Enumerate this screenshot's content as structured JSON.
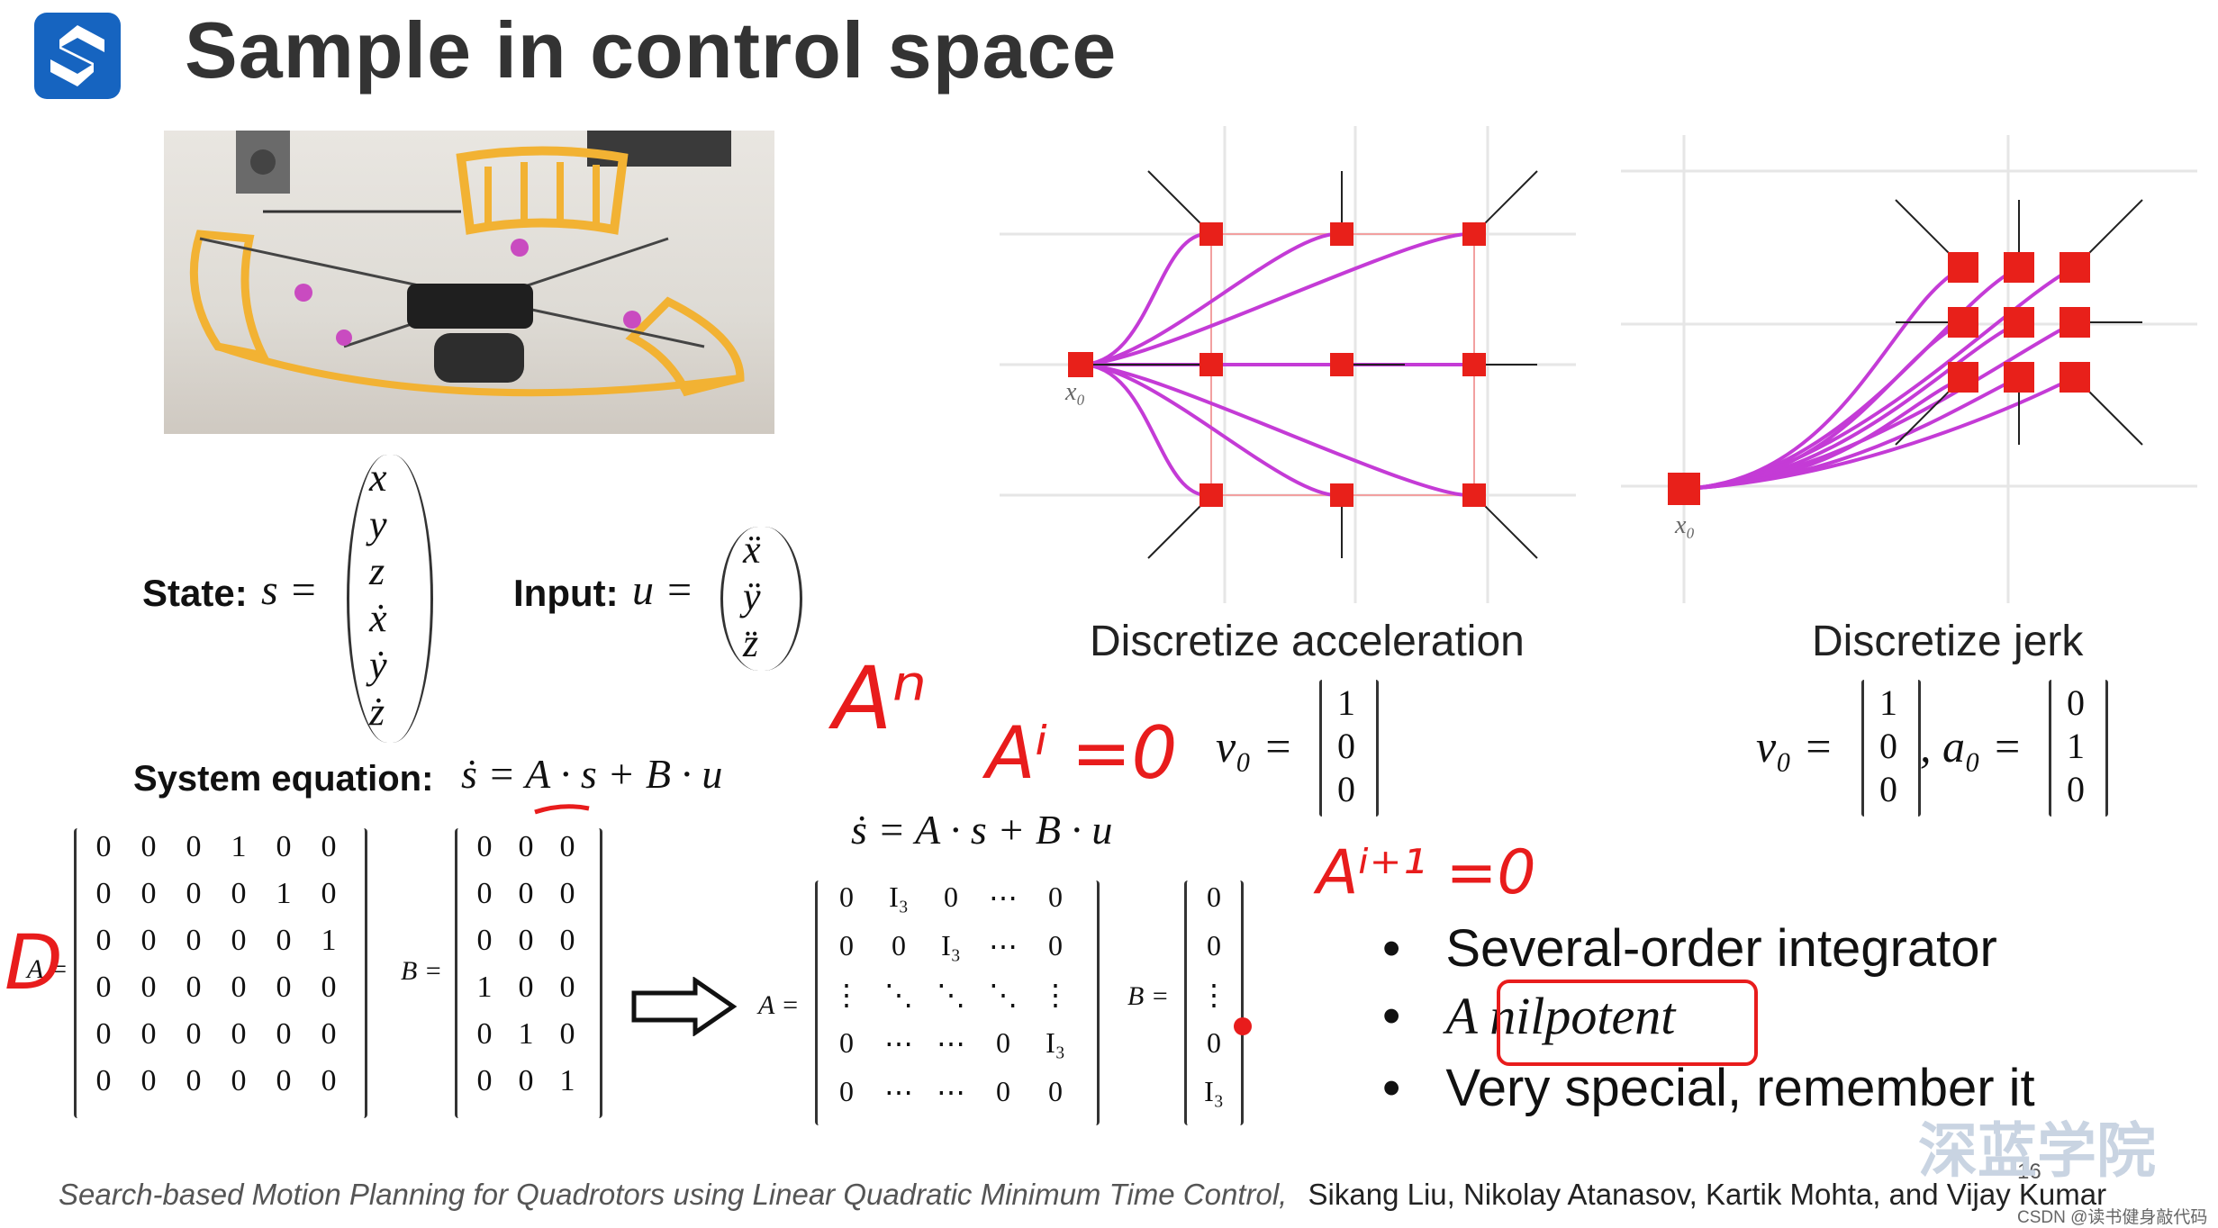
{
  "title": "Sample in control space",
  "state_label": "State",
  "state_eq": "s =",
  "state_vector": [
    "x",
    "y",
    "z",
    "ẋ",
    "ẏ",
    "ż"
  ],
  "input_label": "Input",
  "input_eq": "u =",
  "input_vector": [
    "ẍ",
    "ÿ",
    "z̈"
  ],
  "system_label": "System equation",
  "system_eq": "ṡ = A · s + B · u",
  "a_label": "A =",
  "a_matrix": [
    [
      "0",
      "0",
      "0",
      "1",
      "0",
      "0"
    ],
    [
      "0",
      "0",
      "0",
      "0",
      "1",
      "0"
    ],
    [
      "0",
      "0",
      "0",
      "0",
      "0",
      "1"
    ],
    [
      "0",
      "0",
      "0",
      "0",
      "0",
      "0"
    ],
    [
      "0",
      "0",
      "0",
      "0",
      "0",
      "0"
    ],
    [
      "0",
      "0",
      "0",
      "0",
      "0",
      "0"
    ]
  ],
  "b_label": "B =",
  "b_matrix": [
    [
      "0",
      "0",
      "0"
    ],
    [
      "0",
      "0",
      "0"
    ],
    [
      "0",
      "0",
      "0"
    ],
    [
      "1",
      "0",
      "0"
    ],
    [
      "0",
      "1",
      "0"
    ],
    [
      "0",
      "0",
      "1"
    ]
  ],
  "gen_eq": "ṡ = A · s + B · u",
  "gen_a_label": "A =",
  "gen_a_matrix": [
    [
      "0",
      "I₃",
      "0",
      "⋯",
      "0"
    ],
    [
      "0",
      "0",
      "I₃",
      "⋯",
      "0"
    ],
    [
      "⋮",
      "⋱",
      "⋱",
      "⋱",
      "⋮"
    ],
    [
      "0",
      "⋯",
      "⋯",
      "0",
      "I₃"
    ],
    [
      "0",
      "⋯",
      "⋯",
      "0",
      "0"
    ]
  ],
  "gen_b_label": "B =",
  "gen_b_matrix": [
    "0",
    "0",
    "⋮",
    "0",
    "I₃"
  ],
  "acc_caption": "Discretize acceleration",
  "jerk_caption": "Discretize jerk",
  "acc_x0": "x₀",
  "jerk_x0": "x₀",
  "acc_v0_label": "v₀ =",
  "acc_v0": [
    "1",
    "0",
    "0"
  ],
  "jerk_v0_label": "v₀ =",
  "jerk_v0": [
    "1",
    "0",
    "0"
  ],
  "jerk_a0_label": ", a₀ =",
  "jerk_a0": [
    "0",
    "1",
    "0"
  ],
  "bullets": [
    "Several-order integrator",
    "A nilpotent",
    "Very special, remember it"
  ],
  "annotations": {
    "an": "Aⁿ",
    "ai": "Aⁱ =0",
    "ai1": "Aⁱ⁺¹ =0",
    "d": "D"
  },
  "footer_title": "Search-based Motion Planning for Quadrotors using Linear Quadratic Minimum Time Control,",
  "footer_authors": "Sikang Liu, Nikolay Atanasov, Kartik Mohta, and Vijay Kumar",
  "page_number": "16",
  "watermark": "深蓝学院",
  "credit": "CSDN @读书健身敲代码",
  "colors": {
    "node": "#e8201a",
    "trajectory": "#c43bd6",
    "annotation": "#e81c1c",
    "logo": "#1664c0"
  }
}
